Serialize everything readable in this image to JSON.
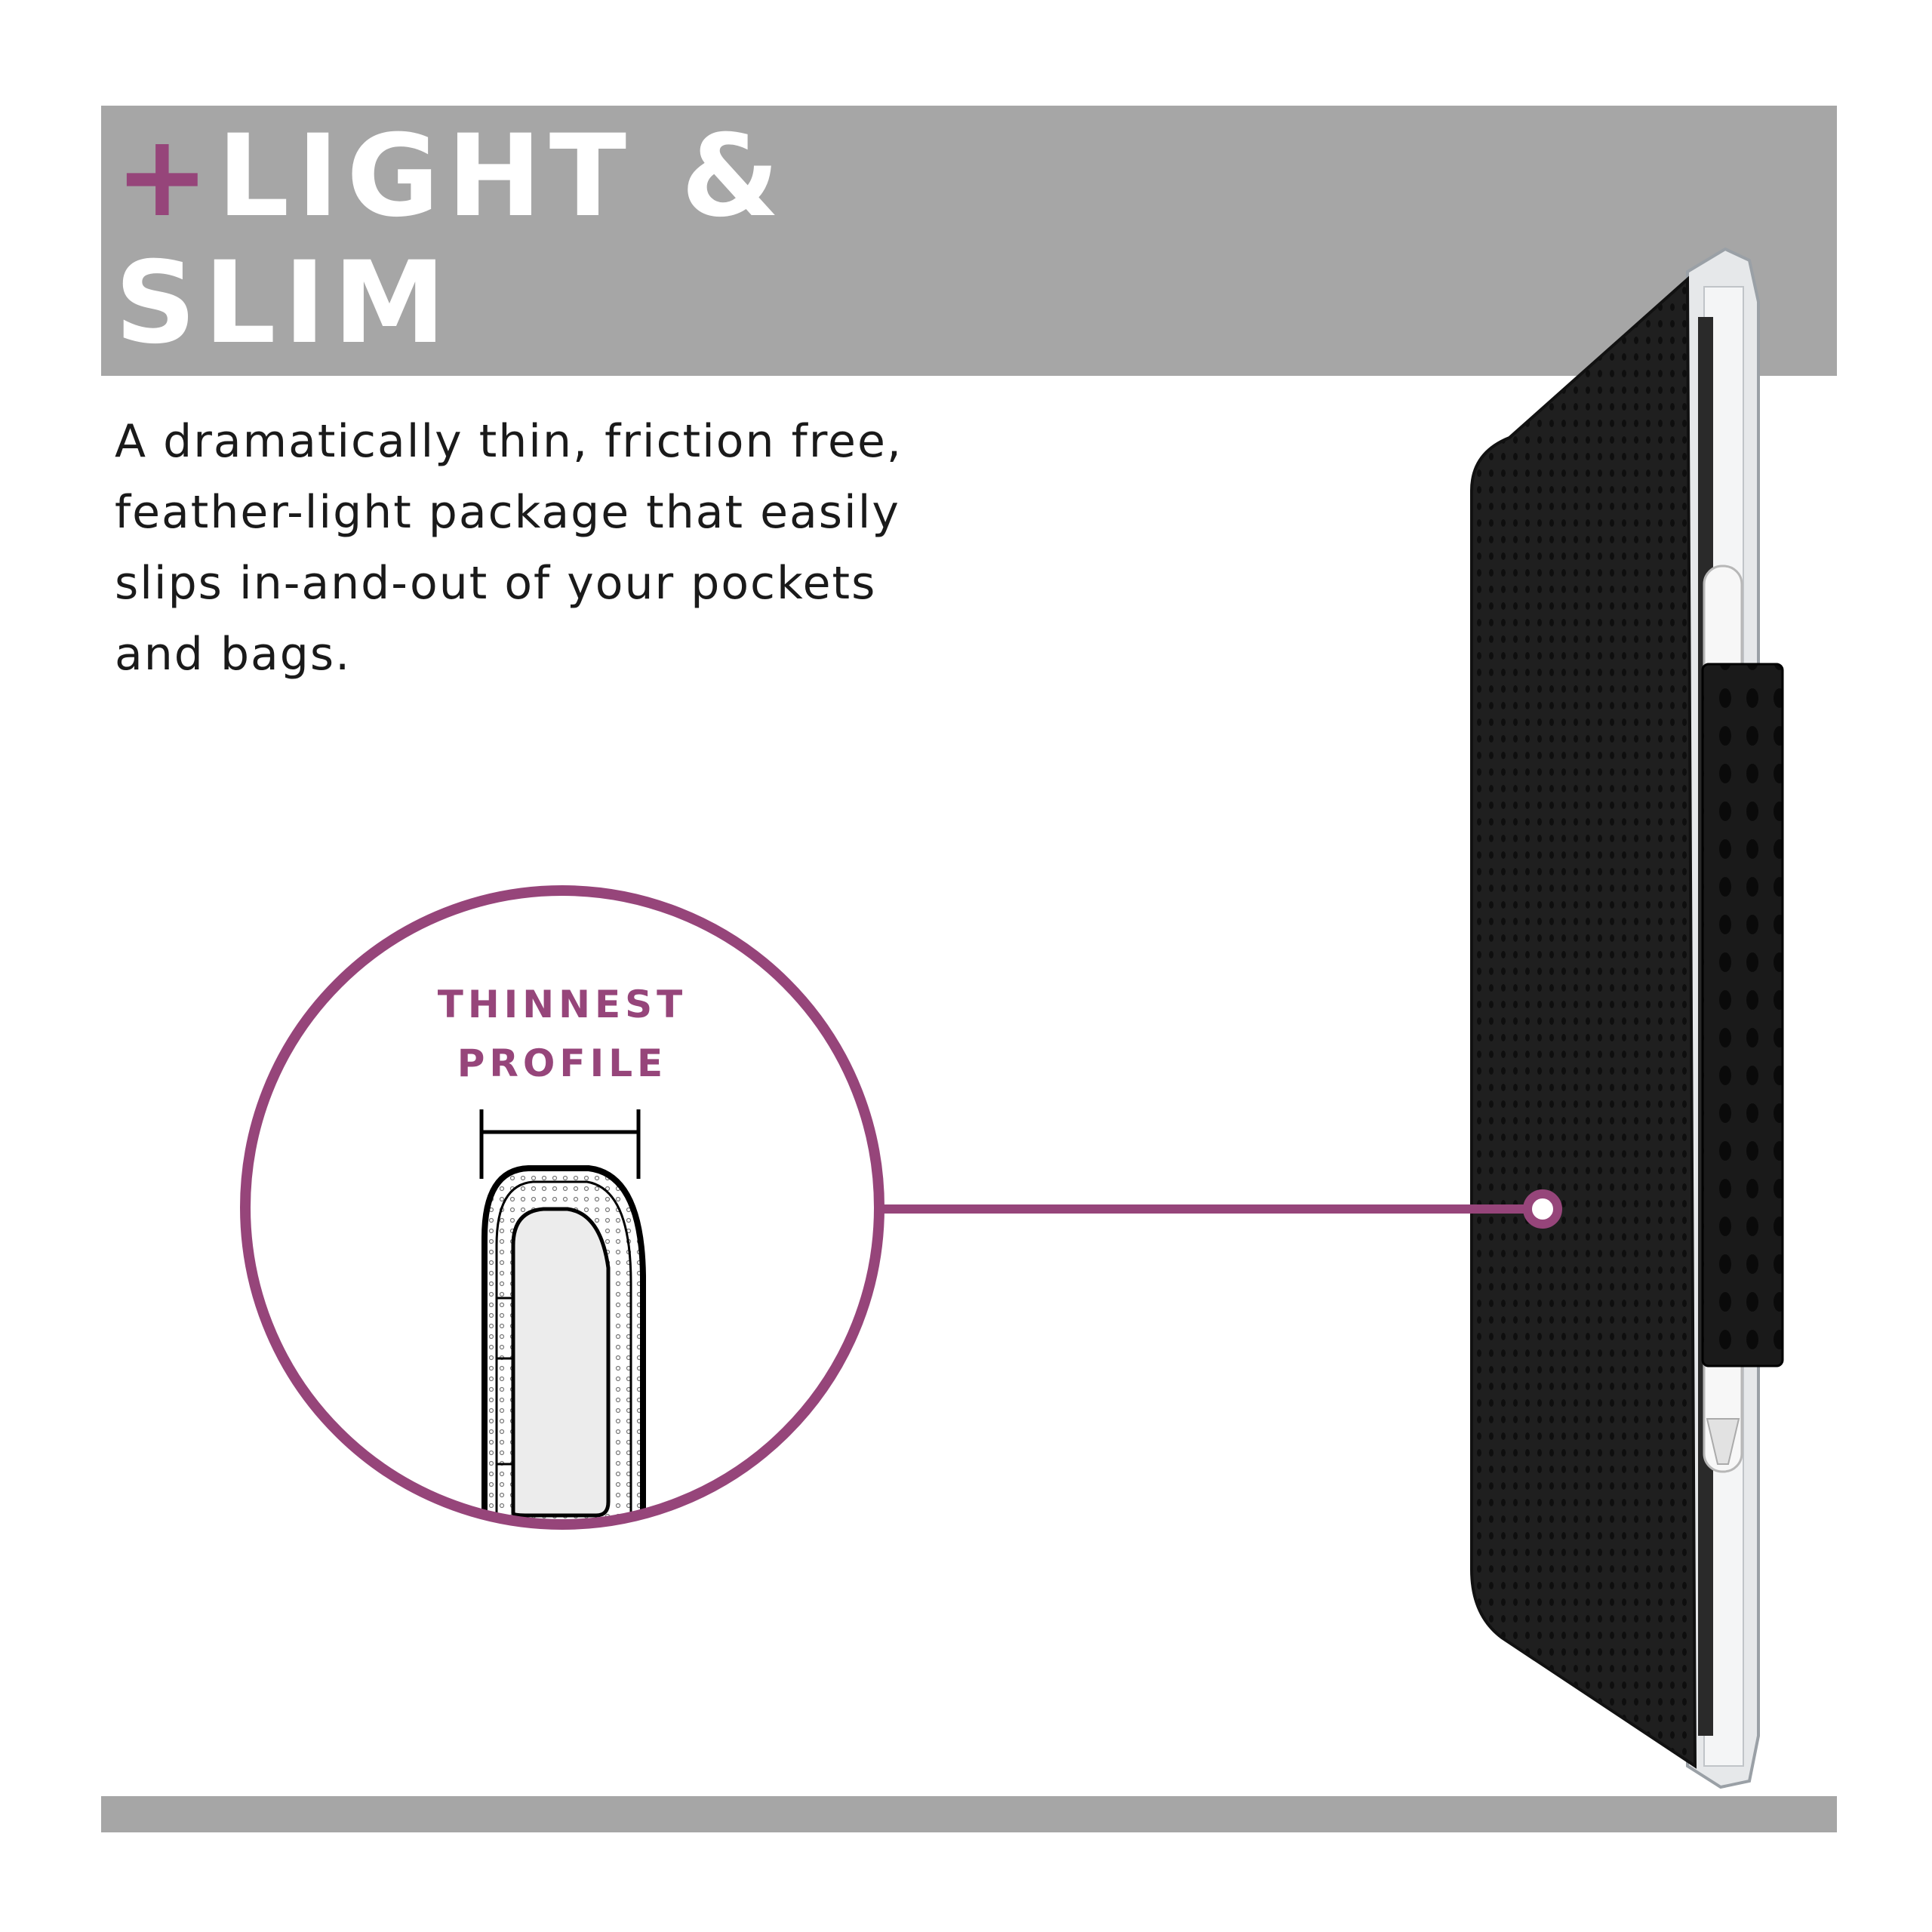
{
  "header": {
    "plus_sign": "+",
    "title_line1": "LIGHT &",
    "title_line2": "SLIM"
  },
  "body": {
    "lines": [
      "A dramatically thin, friction free,",
      "feather-light package that easily",
      "slips in-and-out of your pockets",
      "and bags."
    ]
  },
  "callout": {
    "label_line1": "THINNEST",
    "label_line2": "PROFILE"
  },
  "colors": {
    "accent": "#96457a",
    "band": "#a6a6a6",
    "case": "#1c1c1c",
    "text": "#1a1a1a"
  },
  "icons": [
    "tablet-case-illustration",
    "profile-cross-section-icon",
    "callout-dot-icon"
  ]
}
